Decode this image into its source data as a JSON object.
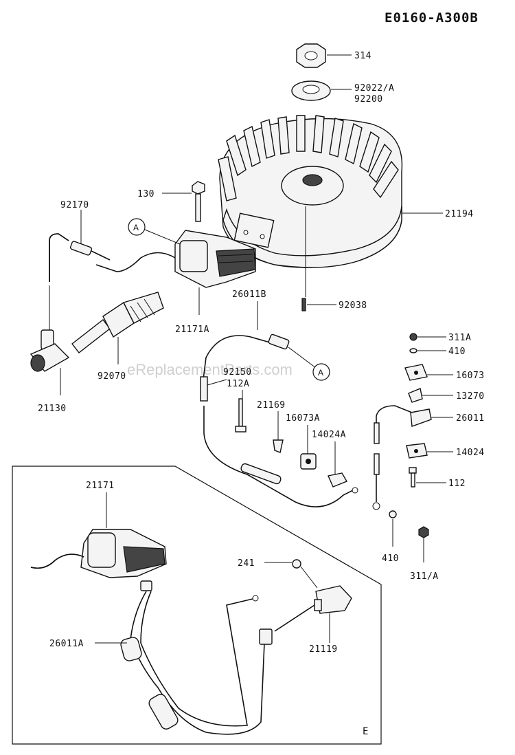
{
  "diagram_code": "E0160-A300B",
  "watermark": "eReplacementParts.com",
  "inset_label": "E",
  "callout_letter": "A",
  "callout_letter_2": "A",
  "parts": {
    "p314": "314",
    "p92022": "92022/A",
    "p92200": "92200",
    "p21194": "21194",
    "p92038": "92038",
    "p130": "130",
    "p92170": "92170",
    "p21171A": "21171A",
    "p26011B": "26011B",
    "p92070": "92070",
    "p21130": "21130",
    "p92150": "92150",
    "p112A": "112A",
    "p21169": "21169",
    "p16073A": "16073A",
    "p14024A": "14024A",
    "p311A_top": "311A",
    "p410_top": "410",
    "p16073": "16073",
    "p13270": "13270",
    "p26011": "26011",
    "p14024": "14024",
    "p112": "112",
    "p410_bottom": "410",
    "p311A_bottom": "311/A",
    "p21171": "21171",
    "p241": "241",
    "p21119": "21119",
    "p26011A": "26011A"
  }
}
